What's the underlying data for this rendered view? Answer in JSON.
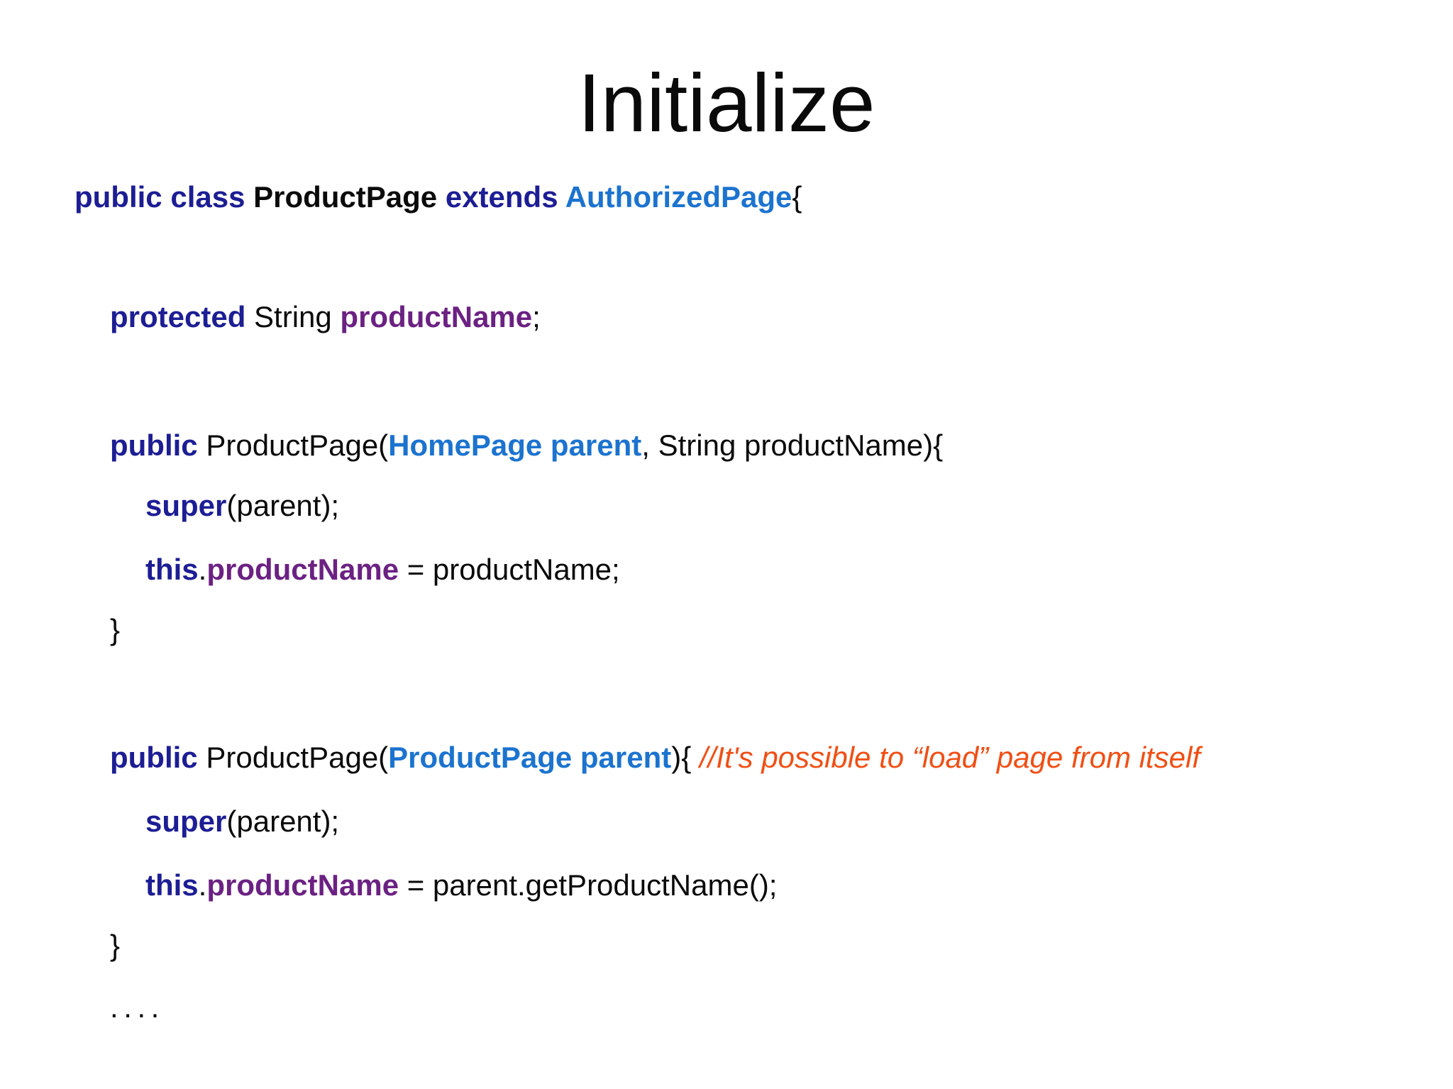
{
  "slide": {
    "title": "Initialize",
    "colors": {
      "background": "#ffffff",
      "text_black": "#0a0a0a",
      "keyword_navy": "#1d1d94",
      "type_blue": "#1c73cf",
      "field_purple": "#6b2182",
      "comment_orange": "#f04f14"
    },
    "code": {
      "class_decl": {
        "kw": "public class ",
        "class_name": "ProductPage ",
        "kw2": "extends ",
        "super_type": "AuthorizedPage",
        "brace": "{"
      },
      "field_decl": {
        "kw": "protected ",
        "type": "String ",
        "field": "productName",
        "end": ";"
      },
      "ctor1_sig": {
        "kw": "public ",
        "name": "ProductPage(",
        "params": "HomePage parent",
        "rest": ", String productName){"
      },
      "ctor1_super": {
        "kw": "super",
        "rest": "(parent);"
      },
      "ctor1_assign": {
        "kw": "this",
        "dot": ".",
        "field": "productName",
        "rest": " = productName;"
      },
      "ctor1_close": "}",
      "ctor2_sig": {
        "kw": "public ",
        "name": "ProductPage(",
        "params": "ProductPage parent",
        "rest": "){ ",
        "comment": "//It's possible to “load” page from itself"
      },
      "ctor2_super": {
        "kw": "super",
        "rest": "(parent);"
      },
      "ctor2_assign": {
        "kw": "this",
        "dot": ".",
        "field": "productName",
        "rest": " = parent.getProductName();"
      },
      "ctor2_close": "}",
      "ellipsis": "...."
    }
  }
}
